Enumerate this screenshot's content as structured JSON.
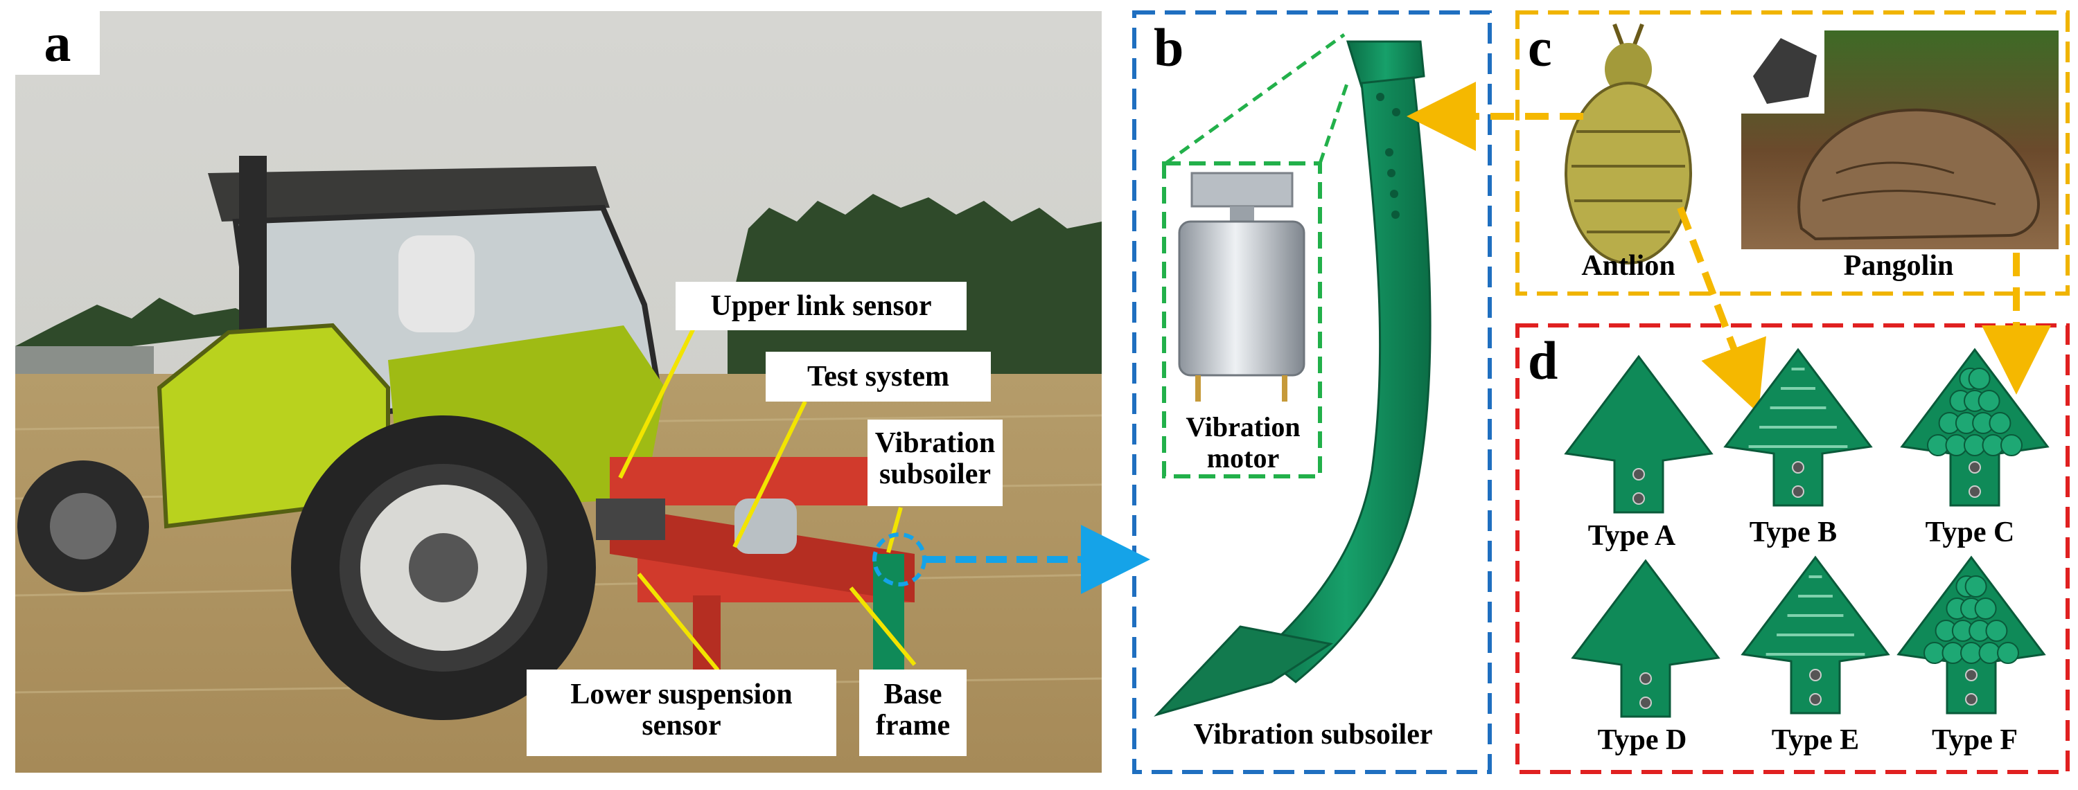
{
  "panels": {
    "a": {
      "letter": "a",
      "labels": {
        "upper_link": "Upper link sensor",
        "test_system": "Test system",
        "vibration_subsoiler_1": "Vibration",
        "vibration_subsoiler_2": "subsoiler",
        "lower_suspension_1": "Lower suspension",
        "lower_suspension_2": "sensor",
        "base_frame_1": "Base",
        "base_frame_2": "frame"
      }
    },
    "b": {
      "letter": "b",
      "motor_1": "Vibration",
      "motor_2": "motor",
      "caption": "Vibration subsoiler"
    },
    "c": {
      "letter": "c",
      "antlion": "Antlion",
      "pangolin": "Pangolin"
    },
    "d": {
      "letter": "d",
      "types": [
        "Type A",
        "Type B",
        "Type C",
        "Type D",
        "Type E",
        "Type F"
      ]
    }
  },
  "colors": {
    "panel_b_border": "#1f6fc0",
    "panel_c_border": "#f0b400",
    "panel_d_border": "#e02020",
    "motor_border": "#22b04a",
    "callout_line": "#f2e400",
    "arrow_cyan": "#15a3e8",
    "arrow_orange": "#f5b800",
    "steel_green": "#0f8a58"
  }
}
